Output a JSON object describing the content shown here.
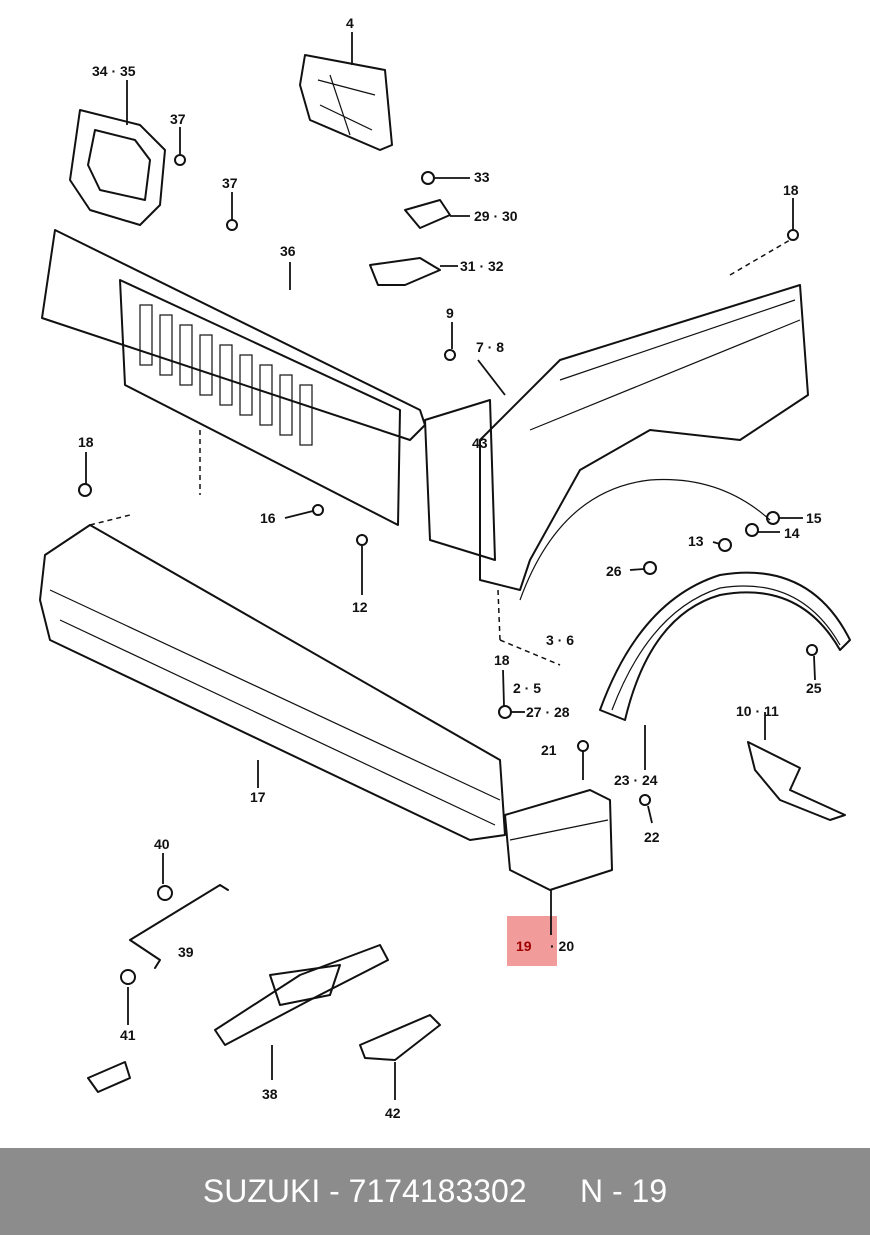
{
  "labels": [
    {
      "id": "4",
      "text": "4"
    },
    {
      "id": "34-35",
      "text": "34 · 35"
    },
    {
      "id": "37a",
      "text": "37"
    },
    {
      "id": "37b",
      "text": "37"
    },
    {
      "id": "33",
      "text": "33"
    },
    {
      "id": "29-30",
      "text": "29 · 30"
    },
    {
      "id": "31-32",
      "text": "31 · 32"
    },
    {
      "id": "18a",
      "text": "18"
    },
    {
      "id": "36",
      "text": "36"
    },
    {
      "id": "9",
      "text": "9"
    },
    {
      "id": "7-8",
      "text": "7 · 8"
    },
    {
      "id": "43",
      "text": "43"
    },
    {
      "id": "18b",
      "text": "18"
    },
    {
      "id": "16",
      "text": "16"
    },
    {
      "id": "12",
      "text": "12"
    },
    {
      "id": "15",
      "text": "15"
    },
    {
      "id": "14",
      "text": "14"
    },
    {
      "id": "13",
      "text": "13"
    },
    {
      "id": "26",
      "text": "26"
    },
    {
      "id": "3-6",
      "text": "3 · 6"
    },
    {
      "id": "18c",
      "text": "18"
    },
    {
      "id": "2-5",
      "text": "2 · 5"
    },
    {
      "id": "27-28",
      "text": "27 · 28"
    },
    {
      "id": "25",
      "text": "25"
    },
    {
      "id": "10-11",
      "text": "10 · 11"
    },
    {
      "id": "21",
      "text": "21"
    },
    {
      "id": "23-24",
      "text": "23 · 24"
    },
    {
      "id": "17",
      "text": "17"
    },
    {
      "id": "22",
      "text": "22"
    },
    {
      "id": "40",
      "text": "40"
    },
    {
      "id": "19",
      "text": "19"
    },
    {
      "id": "20",
      "text": "· 20"
    },
    {
      "id": "39",
      "text": "39"
    },
    {
      "id": "41",
      "text": "41"
    },
    {
      "id": "38",
      "text": "38"
    },
    {
      "id": "42",
      "text": "42"
    }
  ],
  "highlight": {
    "part": "19",
    "color": "#f08a8a"
  },
  "footer": {
    "text": "SUZUKI - 7174183302      N - 19"
  }
}
